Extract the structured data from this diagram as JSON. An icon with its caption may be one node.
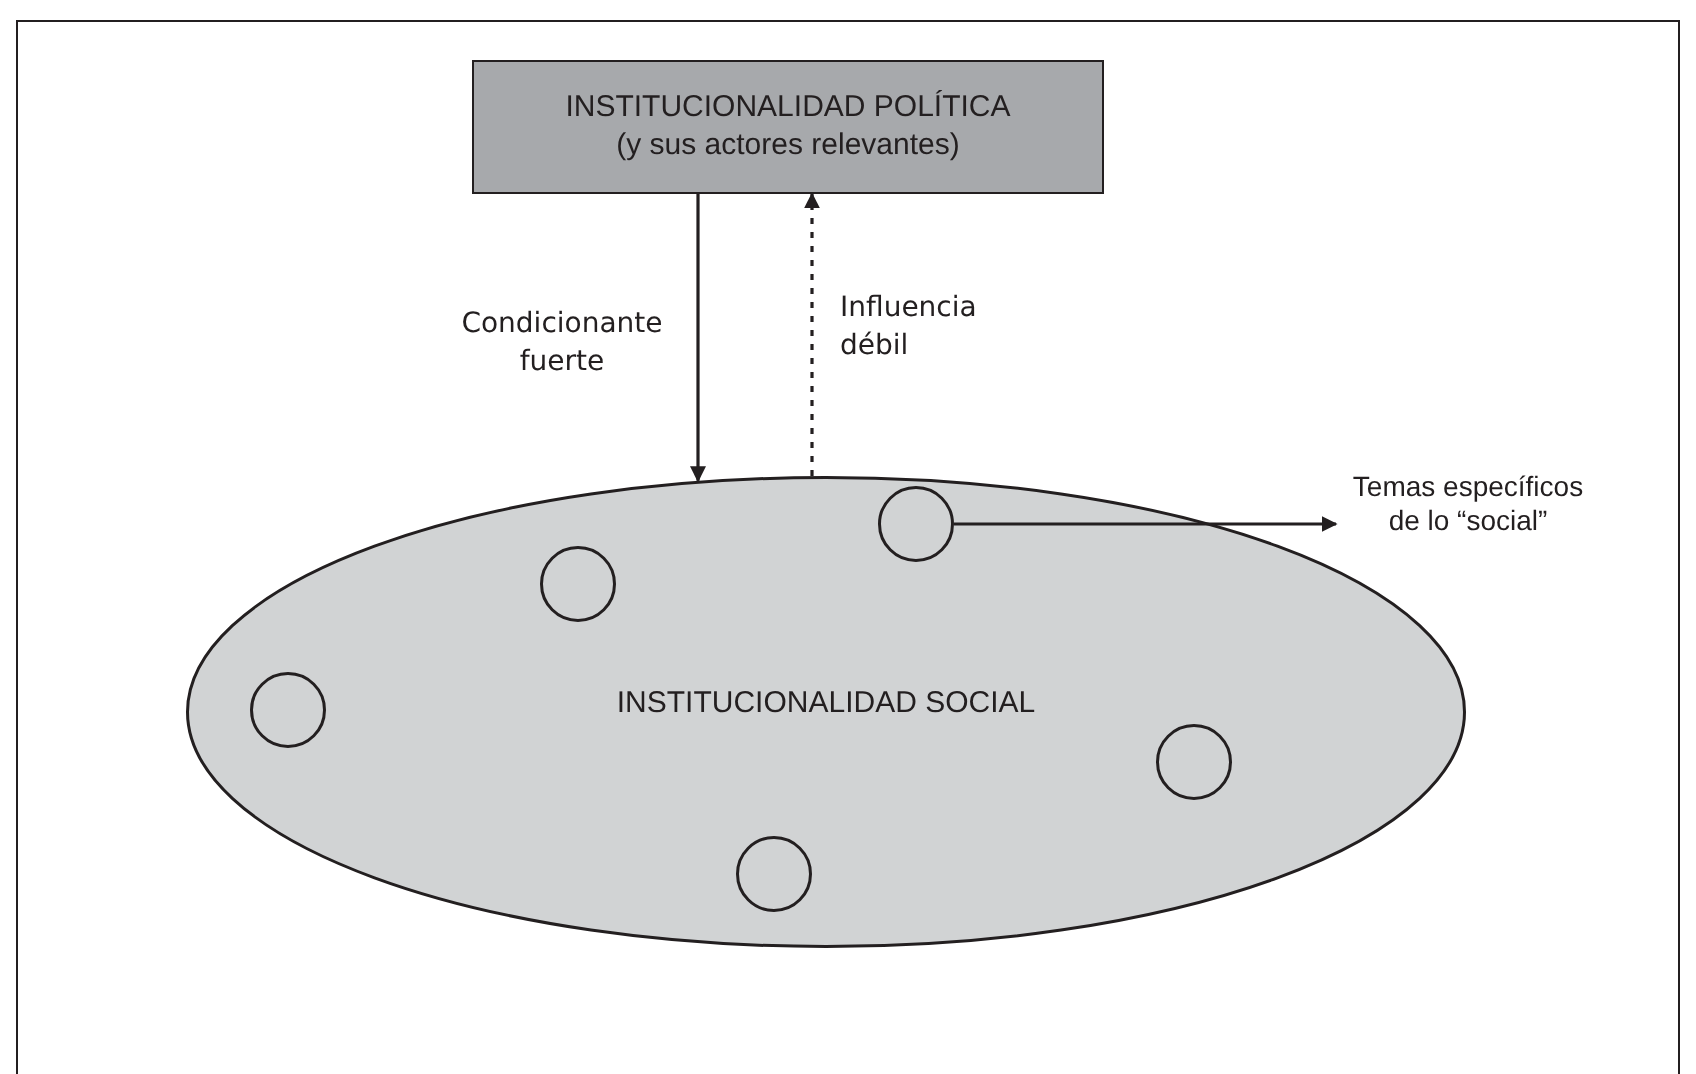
{
  "diagram": {
    "nodes": [
      {
        "text": [
          "INSTITUCIONALIDAD POLÍTICA",
          "(y sus actores relevantes)"
        ]
      },
      {
        "text": [
          "INSTITUCIONALIDAD SOCIAL"
        ]
      },
      {
        "text": [],
        "shape": "circle",
        "in": 1
      },
      {
        "text": [],
        "shape": "circle",
        "in": 1
      },
      {
        "text": [],
        "shape": "circle",
        "in": 1
      },
      {
        "text": [],
        "shape": "circle",
        "in": 1
      },
      {
        "text": [],
        "shape": "circle",
        "in": 1
      },
      {
        "text": [
          "Temas específicos de lo “social”"
        ]
      }
    ],
    "edges": [
      {
        "from": 0,
        "to": 1,
        "arrow": "to",
        "label": "Condicionante fuerte"
      },
      {
        "from": 1,
        "to": 0,
        "arrow": "to",
        "label": "Influencia débil",
        "style": "dashed"
      },
      {
        "from": 5,
        "to": 7,
        "arrow": "to"
      }
    ]
  }
}
